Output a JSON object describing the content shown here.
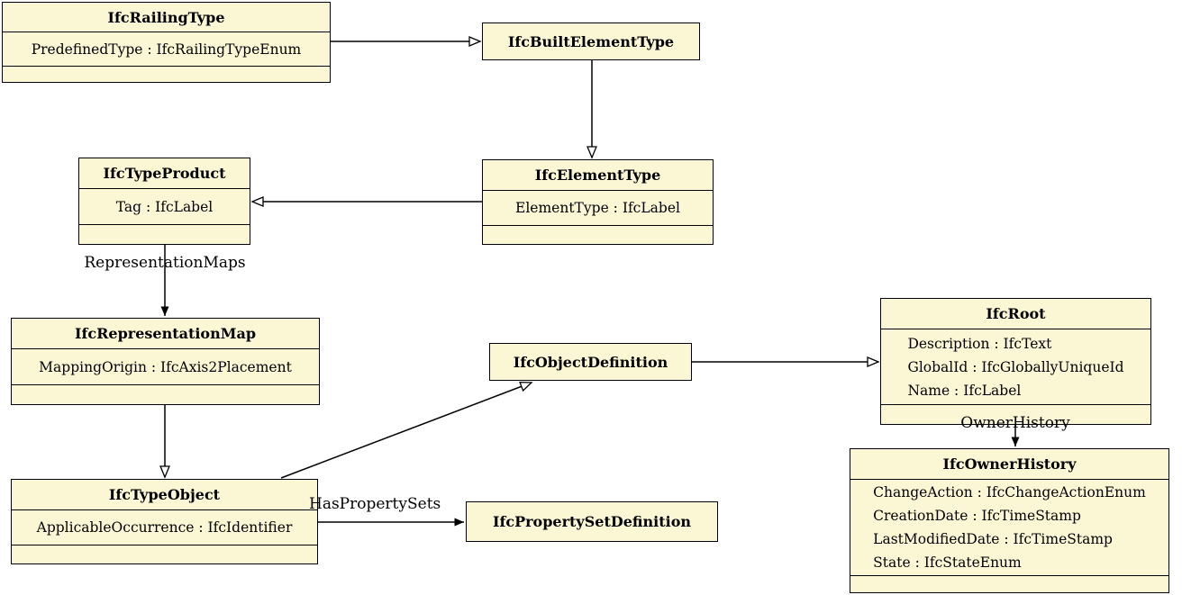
{
  "diagram": {
    "classes": [
      {
        "name": "IfcRailingType",
        "attributes": [
          "PredefinedType : IfcRailingTypeEnum"
        ]
      },
      {
        "name": "IfcBuiltElementType",
        "attributes": []
      },
      {
        "name": "IfcElementType",
        "attributes": [
          "ElementType : IfcLabel"
        ]
      },
      {
        "name": "IfcTypeProduct",
        "attributes": [
          "Tag : IfcLabel"
        ]
      },
      {
        "name": "IfcRepresentationMap",
        "attributes": [
          "MappingOrigin : IfcAxis2Placement"
        ]
      },
      {
        "name": "IfcTypeObject",
        "attributes": [
          "ApplicableOccurrence : IfcIdentifier"
        ]
      },
      {
        "name": "IfcObjectDefinition",
        "attributes": []
      },
      {
        "name": "IfcPropertySetDefinition",
        "attributes": []
      },
      {
        "name": "IfcRoot",
        "attributes": [
          "Description : IfcText",
          "GlobalId : IfcGloballyUniqueId",
          "Name : IfcLabel"
        ]
      },
      {
        "name": "IfcOwnerHistory",
        "attributes": [
          "ChangeAction : IfcChangeActionEnum",
          "CreationDate : IfcTimeStamp",
          "LastModifiedDate : IfcTimeStamp",
          "State : IfcStateEnum"
        ]
      }
    ],
    "edge_labels": {
      "representation_maps": "RepresentationMaps",
      "has_property_sets": "HasPropertySets",
      "owner_history": "OwnerHistory"
    },
    "colors": {
      "box_fill": "#FBF7D5",
      "box_border": "#000000",
      "background": "#FFFFFF"
    }
  }
}
